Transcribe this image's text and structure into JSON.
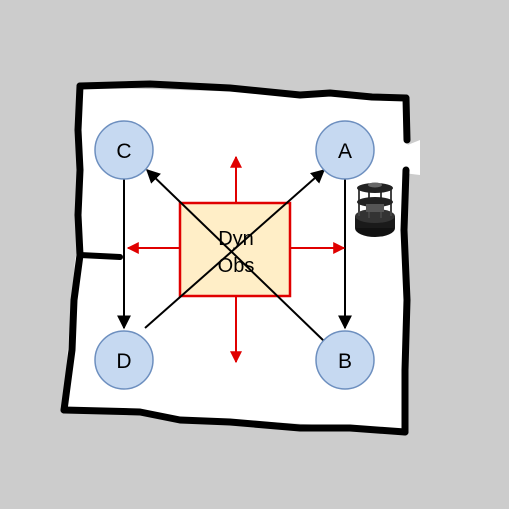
{
  "colors": {
    "background": "#cccccc",
    "free_space": "#ffffff",
    "wall": "#000000",
    "node_fill": "#c6d9f1",
    "node_stroke": "#6d8fbf",
    "obstacle_fill": "#ffeec7",
    "obstacle_stroke": "#e00000",
    "motion_arrow": "#e00000",
    "path_arrow": "#000000"
  },
  "nodes": [
    {
      "id": "A",
      "label": "A"
    },
    {
      "id": "B",
      "label": "B"
    },
    {
      "id": "C",
      "label": "C"
    },
    {
      "id": "D",
      "label": "D"
    }
  ],
  "edges": [
    {
      "from": "A",
      "to": "B"
    },
    {
      "from": "C",
      "to": "D"
    },
    {
      "from": "B",
      "to": "C"
    },
    {
      "from": "D",
      "to": "A"
    }
  ],
  "obstacle": {
    "label_line1": "Dyn",
    "label_line2": "Obs",
    "motion_directions": [
      "up",
      "down",
      "left",
      "right"
    ]
  },
  "robot": {
    "icon": "turtlebot-robot-icon"
  }
}
